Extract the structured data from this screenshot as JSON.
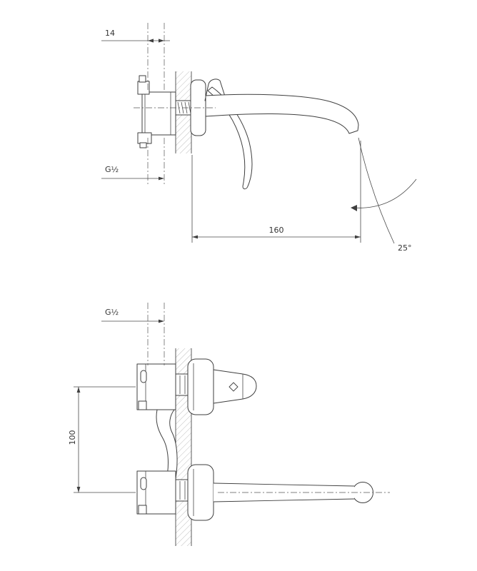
{
  "colors": {
    "background": "#ffffff",
    "outline": "#3f3f3f",
    "dimension": "#4a4a4a",
    "hatch": "#9a9a9a"
  },
  "side_view": {
    "dim_offset": "14",
    "dim_thread": "G½",
    "dim_reach": "160",
    "dim_angle": "25°"
  },
  "front_view": {
    "dim_thread": "G½",
    "dim_spacing": "100"
  }
}
